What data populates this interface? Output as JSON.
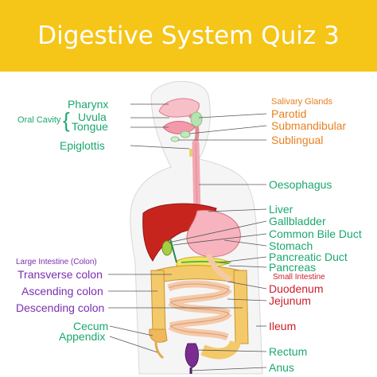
{
  "title": "Digestive System Quiz 3",
  "colors": {
    "banner": "#f5c518",
    "teal_labels": "#1aa86e",
    "orange_labels": "#e8801e",
    "purple_labels": "#7a2fb0",
    "red_labels": "#cc1d2a"
  },
  "left_labels": {
    "pharynx": "Pharynx",
    "oral_cavity": "Oral Cavity",
    "brace": "{",
    "uvula": "Uvula",
    "tongue": "Tongue",
    "epiglottis": "Epiglottis",
    "large_intestine_header": "Large Intestine (Colon)",
    "transverse_colon": "Transverse colon",
    "ascending_colon": "Ascending colon",
    "descending_colon": "Descending colon",
    "cecum": "Cecum",
    "appendix": "Appendix"
  },
  "right_labels": {
    "salivary_glands_header": "Salivary Glands",
    "parotid": "Parotid",
    "submandibular": "Submandibular",
    "sublingual": "Sublingual",
    "oesophagus": "Oesophagus",
    "liver": "Liver",
    "gallbladder": "Gallbladder",
    "common_bile_duct": "Common Bile Duct",
    "stomach": "Stomach",
    "pancreatic_duct": "Pancreatic Duct",
    "pancreas": "Pancreas",
    "small_intestine_header": "Small Intestine",
    "duodenum": "Duodenum",
    "jejunum": "Jejunum",
    "ileum": "Ileum",
    "rectum": "Rectum",
    "anus": "Anus"
  }
}
